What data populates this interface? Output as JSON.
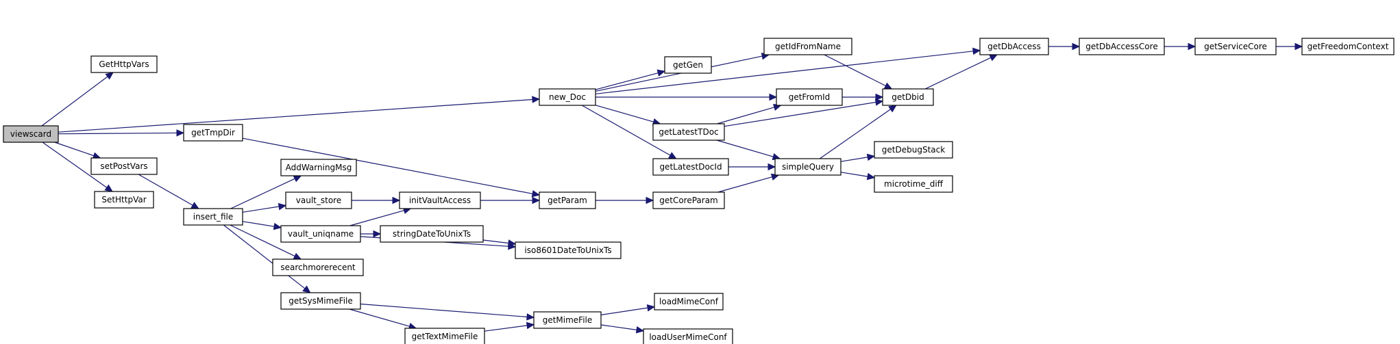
{
  "graph": {
    "nodes": [
      {
        "id": "viewscard",
        "label": "viewscard",
        "root": true
      },
      {
        "id": "GetHttpVars",
        "label": "GetHttpVars"
      },
      {
        "id": "getTmpDir",
        "label": "getTmpDir"
      },
      {
        "id": "setPostVars",
        "label": "setPostVars"
      },
      {
        "id": "SetHttpVar",
        "label": "SetHttpVar"
      },
      {
        "id": "insert_file",
        "label": "insert_file"
      },
      {
        "id": "AddWarningMsg",
        "label": "AddWarningMsg"
      },
      {
        "id": "vault_store",
        "label": "vault_store"
      },
      {
        "id": "vault_uniqname",
        "label": "vault_uniqname"
      },
      {
        "id": "searchmorerecent",
        "label": "searchmorerecent"
      },
      {
        "id": "getSysMimeFile",
        "label": "getSysMimeFile"
      },
      {
        "id": "initVaultAccess",
        "label": "initVaultAccess"
      },
      {
        "id": "stringDateToUnixTs",
        "label": "stringDateToUnixTs"
      },
      {
        "id": "getTextMimeFile",
        "label": "getTextMimeFile"
      },
      {
        "id": "new_Doc",
        "label": "new_Doc"
      },
      {
        "id": "getParam",
        "label": "getParam"
      },
      {
        "id": "iso8601DateToUnixTs",
        "label": "iso8601DateToUnixTs"
      },
      {
        "id": "getMimeFile",
        "label": "getMimeFile"
      },
      {
        "id": "getGen",
        "label": "getGen"
      },
      {
        "id": "getLatestTDoc",
        "label": "getLatestTDoc"
      },
      {
        "id": "getLatestDocId",
        "label": "getLatestDocId"
      },
      {
        "id": "getCoreParam",
        "label": "getCoreParam"
      },
      {
        "id": "loadMimeConf",
        "label": "loadMimeConf"
      },
      {
        "id": "loadUserMimeConf",
        "label": "loadUserMimeConf"
      },
      {
        "id": "getIdFromName",
        "label": "getIdFromName"
      },
      {
        "id": "getFromId",
        "label": "getFromId"
      },
      {
        "id": "simpleQuery",
        "label": "simpleQuery"
      },
      {
        "id": "getDbid",
        "label": "getDbid"
      },
      {
        "id": "getDebugStack",
        "label": "getDebugStack"
      },
      {
        "id": "microtime_diff",
        "label": "microtime_diff"
      },
      {
        "id": "getDbAccess",
        "label": "getDbAccess"
      },
      {
        "id": "getDbAccessCore",
        "label": "getDbAccessCore"
      },
      {
        "id": "getServiceCore",
        "label": "getServiceCore"
      },
      {
        "id": "getFreedomContext",
        "label": "getFreedomContext"
      }
    ],
    "edges": [
      [
        "viewscard",
        "GetHttpVars"
      ],
      [
        "viewscard",
        "new_Doc"
      ],
      [
        "viewscard",
        "getTmpDir"
      ],
      [
        "viewscard",
        "setPostVars"
      ],
      [
        "viewscard",
        "SetHttpVar"
      ],
      [
        "getTmpDir",
        "getParam"
      ],
      [
        "setPostVars",
        "insert_file"
      ],
      [
        "insert_file",
        "AddWarningMsg"
      ],
      [
        "insert_file",
        "vault_store"
      ],
      [
        "insert_file",
        "vault_uniqname"
      ],
      [
        "insert_file",
        "searchmorerecent"
      ],
      [
        "insert_file",
        "getSysMimeFile"
      ],
      [
        "vault_store",
        "initVaultAccess"
      ],
      [
        "vault_uniqname",
        "initVaultAccess"
      ],
      [
        "vault_uniqname",
        "stringDateToUnixTs"
      ],
      [
        "vault_uniqname",
        "iso8601DateToUnixTs"
      ],
      [
        "stringDateToUnixTs",
        "iso8601DateToUnixTs"
      ],
      [
        "initVaultAccess",
        "getParam"
      ],
      [
        "getParam",
        "getCoreParam"
      ],
      [
        "getCoreParam",
        "simpleQuery"
      ],
      [
        "getSysMimeFile",
        "getMimeFile"
      ],
      [
        "getSysMimeFile",
        "getTextMimeFile"
      ],
      [
        "getTextMimeFile",
        "getMimeFile"
      ],
      [
        "getMimeFile",
        "loadMimeConf"
      ],
      [
        "getMimeFile",
        "loadUserMimeConf"
      ],
      [
        "new_Doc",
        "getDbAccess"
      ],
      [
        "new_Doc",
        "getIdFromName"
      ],
      [
        "new_Doc",
        "getGen"
      ],
      [
        "new_Doc",
        "getFromId"
      ],
      [
        "new_Doc",
        "getLatestTDoc"
      ],
      [
        "new_Doc",
        "getLatestDocId"
      ],
      [
        "getIdFromName",
        "getDbid"
      ],
      [
        "getFromId",
        "getDbid"
      ],
      [
        "getLatestTDoc",
        "getFromId"
      ],
      [
        "getLatestTDoc",
        "getDbid"
      ],
      [
        "getLatestTDoc",
        "simpleQuery"
      ],
      [
        "getLatestDocId",
        "simpleQuery"
      ],
      [
        "simpleQuery",
        "getDbid"
      ],
      [
        "simpleQuery",
        "getDebugStack"
      ],
      [
        "simpleQuery",
        "microtime_diff"
      ],
      [
        "getDbid",
        "getDbAccess"
      ],
      [
        "getDbAccess",
        "getDbAccessCore"
      ],
      [
        "getDbAccessCore",
        "getServiceCore"
      ],
      [
        "getServiceCore",
        "getFreedomContext"
      ]
    ]
  }
}
